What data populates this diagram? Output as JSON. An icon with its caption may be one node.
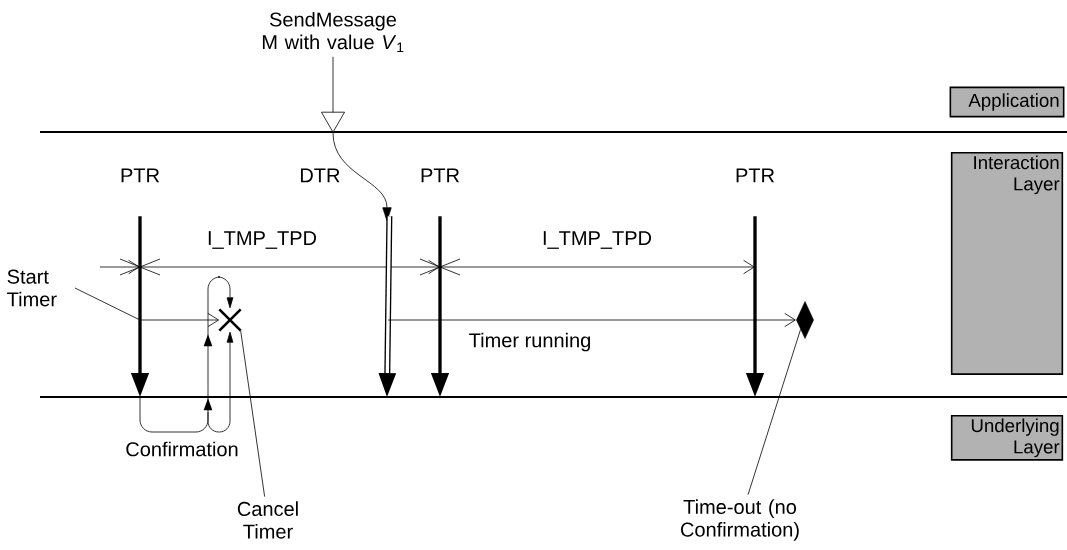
{
  "diagram": {
    "nodes": [
      {
        "text": [
          "SendMessage M with value *V*$_{1}$"
        ]
      },
      {
        "text": [
          "PTR"
        ]
      },
      {
        "text": [
          "DTR"
        ]
      },
      {
        "text": [
          "PTR"
        ]
      },
      {
        "text": [
          "PTR"
        ]
      },
      {
        "text": [
          "Start Timer"
        ]
      },
      {
        "text": [],
        "shape": "cross"
      },
      {
        "text": [
          "Cancel Timer"
        ]
      },
      {
        "text": [],
        "shape": "diamond"
      },
      {
        "text": [
          "Time-out (no Confirmation)"
        ]
      },
      {
        "text": [
          "Application"
        ]
      },
      {
        "text": [
          "Interaction Layer"
        ]
      },
      {
        "text": [
          "Underlying Layer"
        ]
      }
    ],
    "edges": [
      {
        "from": 0,
        "to": null,
        "arrow": "to"
      },
      {
        "from": 1,
        "to": null,
        "arrow": "to",
        "style": "thick"
      },
      {
        "from": 2,
        "to": null,
        "arrow": "to",
        "style": "thick"
      },
      {
        "from": 3,
        "to": null,
        "arrow": "to",
        "style": "thick"
      },
      {
        "from": 4,
        "to": null,
        "arrow": "to",
        "style": "thick"
      },
      {
        "from": 5,
        "to": 6,
        "arrow": "to"
      },
      {
        "from": null,
        "to": 6,
        "arrow": "to",
        "label": "Confirmation"
      },
      {
        "from": null,
        "to": 6,
        "arrow": "to"
      },
      {
        "from": 7,
        "to": 6,
        "arrow": "none"
      },
      {
        "from": null,
        "to": 8,
        "arrow": "to",
        "label": "Timer running"
      },
      {
        "from": 9,
        "to": 8,
        "arrow": "none"
      }
    ],
    "labels": [
      "I_TMP_TPD",
      "I_TMP_TPD"
    ]
  }
}
